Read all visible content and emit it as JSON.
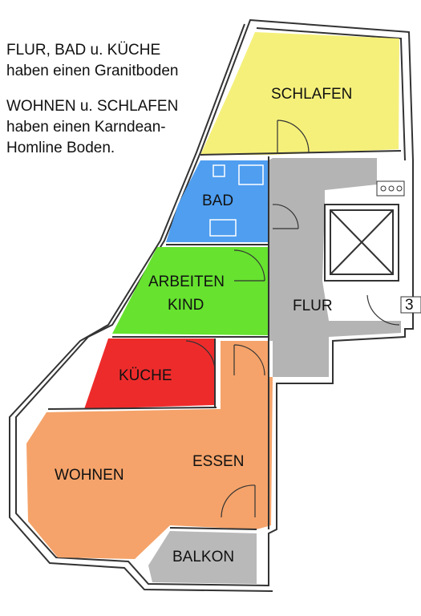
{
  "notes": {
    "flooring_granite": [
      "FLUR, BAD u. KÜCHE",
      "haben einen Granitboden"
    ],
    "flooring_karndean": [
      "WOHNEN u. SCHLAFEN",
      "haben einen Karndean-",
      "Homline Boden."
    ]
  },
  "rooms": {
    "schlafen": "SCHLAFEN",
    "bad": "BAD",
    "arbeiten": "ARBEITEN",
    "kind": "KIND",
    "flur": "FLUR",
    "kueche": "KÜCHE",
    "essen": "ESSEN",
    "wohnen": "WOHNEN",
    "balkon": "BALKON"
  },
  "side_marker": "3",
  "colors": {
    "schlafen": "#f5f07a",
    "bad": "#4f9ef0",
    "arbeiten_kind": "#66e22f",
    "flur": "#b4b4b4",
    "kueche": "#ee2b2b",
    "wohnen_essen": "#f5a36a",
    "balkon": "#b9b9b9",
    "walls": "#333333"
  }
}
